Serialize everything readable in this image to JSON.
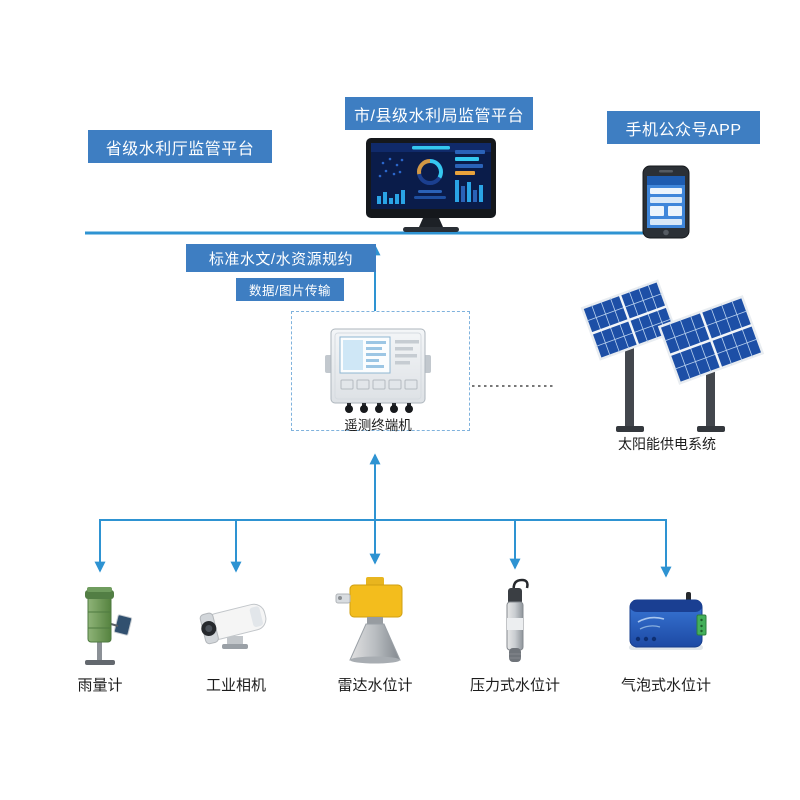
{
  "diagram": {
    "platforms": {
      "provincial": "省级水利厅监管平台",
      "city_county": "市/县级水利局监管平台",
      "mobile_app": "手机公众号APP"
    },
    "links": {
      "protocol": "标准水文/水资源规约",
      "data_transfer": "数据/图片传输"
    },
    "terminal": {
      "rtu": "遥测终端机",
      "solar": "太阳能供电系统"
    },
    "sensors": [
      {
        "label": "雨量计"
      },
      {
        "label": "工业相机"
      },
      {
        "label": "雷达水位计"
      },
      {
        "label": "压力式水位计"
      },
      {
        "label": "气泡式水位计"
      }
    ],
    "colors": {
      "label_box": "#3e7ec2",
      "line": "#2e93d2",
      "solar_panel": "#1d4fa6",
      "device_yellow": "#f3bd1d",
      "device_green": "#6f9c5e",
      "device_blue": "#2a5fc0",
      "screen_navy": "#0a1c4a"
    }
  }
}
